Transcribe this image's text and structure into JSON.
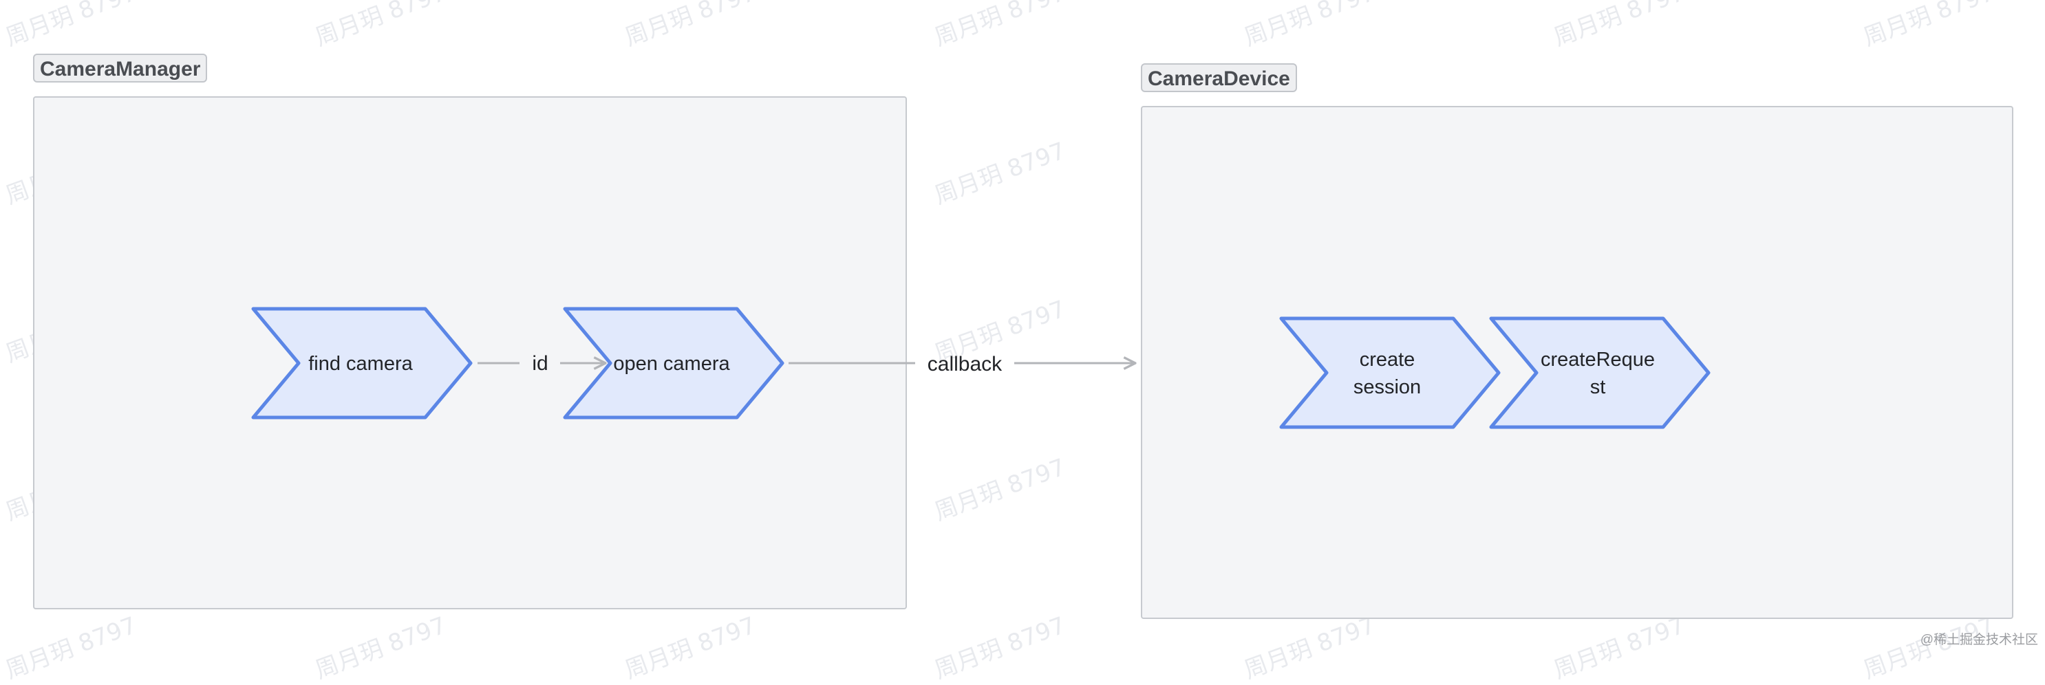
{
  "watermark": "周月玥 8797",
  "groups": {
    "camera_manager": {
      "label": "CameraManager"
    },
    "camera_device": {
      "label": "CameraDevice"
    }
  },
  "nodes": {
    "find_camera": {
      "lines": [
        "find camera"
      ]
    },
    "open_camera": {
      "lines": [
        "open camera"
      ]
    },
    "create_session": {
      "lines": [
        "create",
        "session"
      ]
    },
    "create_request": {
      "lines": [
        "createReque",
        "st"
      ]
    }
  },
  "edges": {
    "id": {
      "label": "id"
    },
    "callback": {
      "label": "callback"
    }
  },
  "footer": {
    "text": "@稀土掘金技术社区"
  },
  "colors": {
    "node_fill": "#e1e9fc",
    "node_stroke": "#5b86e6",
    "edge": "#b3b5b9",
    "group_fill": "#f4f5f7",
    "group_border": "#c7cacf"
  }
}
